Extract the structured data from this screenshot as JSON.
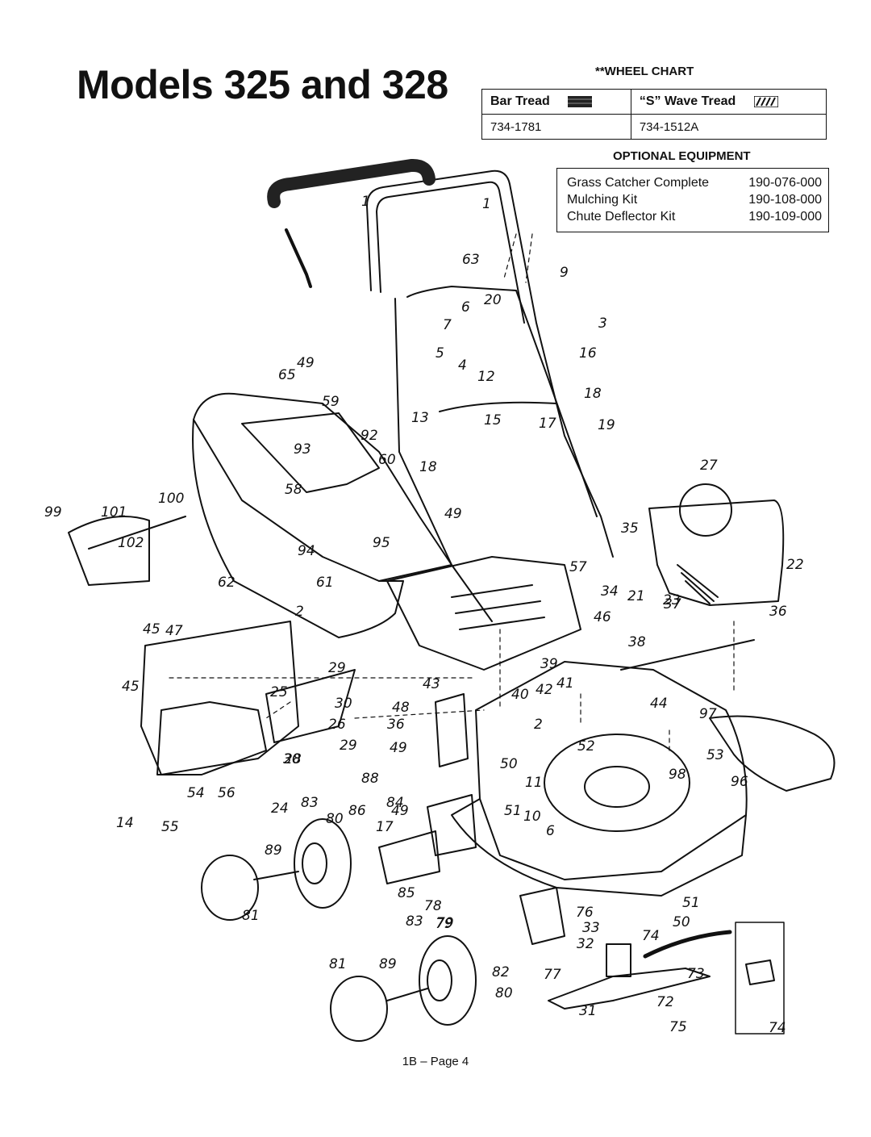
{
  "title": "Models 325 and 328",
  "wheel_chart": {
    "heading": "**WHEEL CHART",
    "columns": [
      "Bar Tread",
      "“S” Wave Tread"
    ],
    "part_numbers": [
      "734-1781",
      "734-1512A"
    ]
  },
  "optional_equipment": {
    "heading": "OPTIONAL EQUIPMENT",
    "items": [
      {
        "name": "Grass Catcher Complete",
        "part": "190-076-000"
      },
      {
        "name": "Mulching Kit",
        "part": "190-108-000"
      },
      {
        "name": "Chute Deflector Kit",
        "part": "190-109-000"
      }
    ]
  },
  "callouts": [
    "1",
    "1",
    "63",
    "9",
    "3",
    "20",
    "6",
    "7",
    "5",
    "4",
    "12",
    "16",
    "18",
    "13",
    "15",
    "17",
    "19",
    "18",
    "49",
    "65",
    "59",
    "92",
    "93",
    "60",
    "58",
    "49",
    "94",
    "95",
    "61",
    "62",
    "57",
    "99",
    "100",
    "101",
    "102",
    "27",
    "35",
    "21",
    "23",
    "22",
    "36",
    "37",
    "34",
    "46",
    "38",
    "39",
    "45",
    "47",
    "2",
    "45",
    "25",
    "29",
    "30",
    "28",
    "26",
    "29",
    "30",
    "24",
    "14",
    "55",
    "54",
    "56",
    "43",
    "40",
    "42",
    "41",
    "48",
    "36",
    "49",
    "44",
    "97",
    "53",
    "2",
    "52",
    "50",
    "88",
    "51",
    "11",
    "98",
    "96",
    "10",
    "6",
    "84",
    "49",
    "17",
    "83",
    "80",
    "86",
    "89",
    "81",
    "79",
    "85",
    "78",
    "76",
    "51",
    "50",
    "33",
    "32",
    "74",
    "73",
    "83",
    "79",
    "81",
    "89",
    "80",
    "82",
    "77",
    "72",
    "31",
    "75",
    "74"
  ],
  "footer": "1B – Page 4"
}
